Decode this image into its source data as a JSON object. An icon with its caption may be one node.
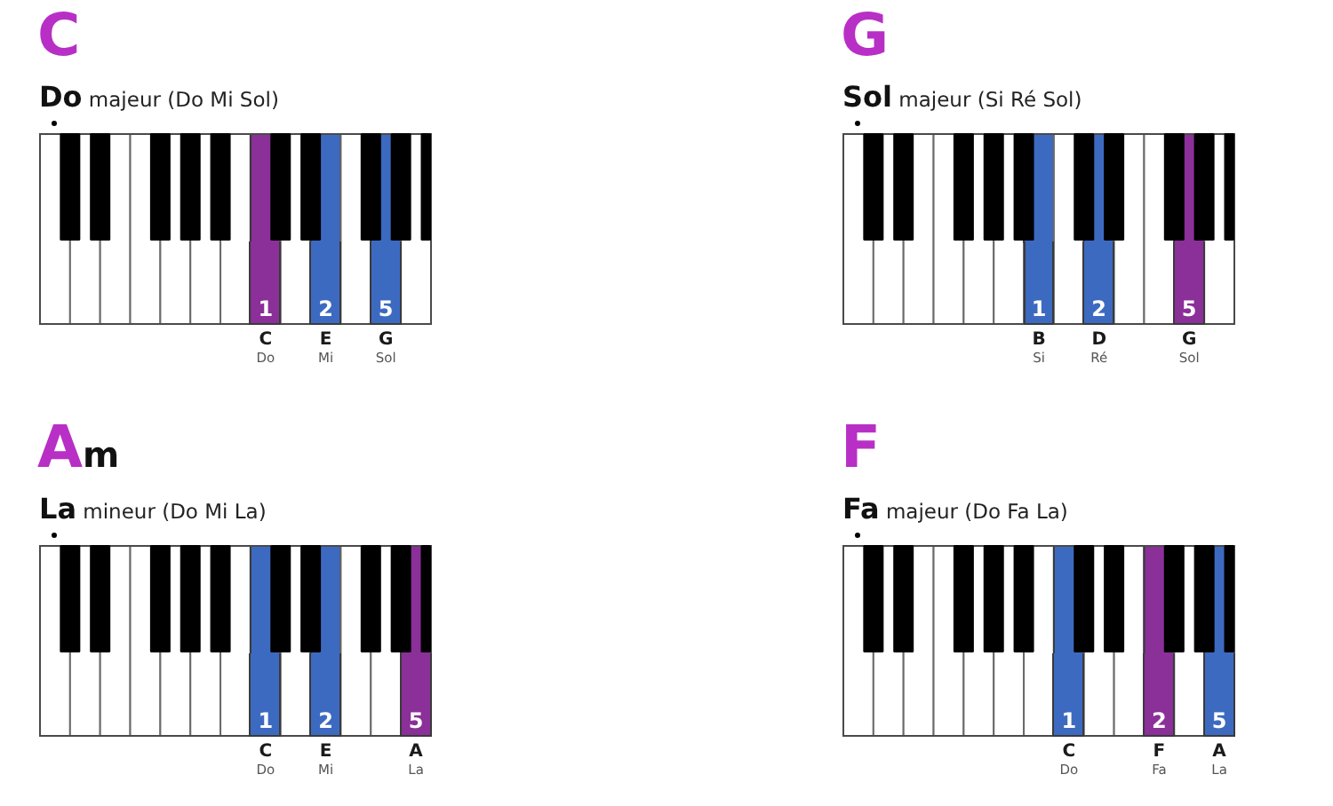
{
  "diagram": {
    "nodes": [
      {
        "text": [
          "1"
        ],
        "beside": [
          "C",
          "Do"
        ]
      },
      {
        "text": [
          "2"
        ],
        "beside": [
          "E",
          "Mi"
        ]
      },
      {
        "text": [
          "5"
        ],
        "beside": [
          "G",
          "Sol"
        ]
      },
      {
        "text": [
          "1"
        ],
        "beside": [
          "B",
          "Si"
        ]
      },
      {
        "text": [
          "2"
        ],
        "beside": [
          "D",
          "Ré"
        ]
      },
      {
        "text": [
          "5"
        ],
        "beside": [
          "G",
          "Sol"
        ]
      },
      {
        "text": [
          "1"
        ],
        "beside": [
          "C",
          "Do"
        ]
      },
      {
        "text": [
          "2"
        ],
        "beside": [
          "E",
          "Mi"
        ]
      },
      {
        "text": [
          "5"
        ],
        "beside": [
          "A",
          "La"
        ]
      },
      {
        "text": [
          "1"
        ],
        "beside": [
          "C",
          "Do"
        ]
      },
      {
        "text": [
          "2"
        ],
        "beside": [
          "F",
          "Fa"
        ]
      },
      {
        "text": [
          "5"
        ],
        "beside": [
          "A",
          "La"
        ]
      }
    ],
    "labels": [
      "C",
      "**Do** majeur (Do Mi Sol)",
      "G",
      "**Sol** majeur (Si Ré Sol)",
      "A$_{m}$",
      "**La** mineur (Do Mi La)",
      "F",
      "**Fa** majeur (Do Fa La)"
    ]
  }
}
